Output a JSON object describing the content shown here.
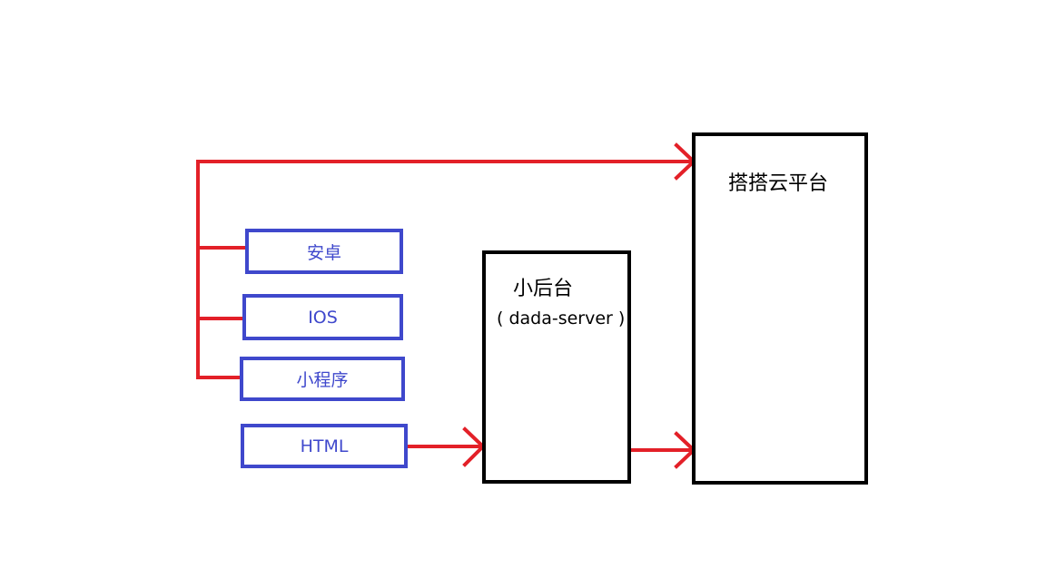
{
  "colors": {
    "arrow": "#e32028",
    "client_border": "#3f48cc",
    "client_text": "#3f48cc",
    "server_border": "#000000"
  },
  "clients": [
    {
      "label": "安卓"
    },
    {
      "label": "IOS"
    },
    {
      "label": "小程序"
    },
    {
      "label": "HTML"
    }
  ],
  "backend": {
    "title": "小后台",
    "subtitle": "( dada-server )"
  },
  "platform": {
    "title": "搭搭云平台"
  }
}
